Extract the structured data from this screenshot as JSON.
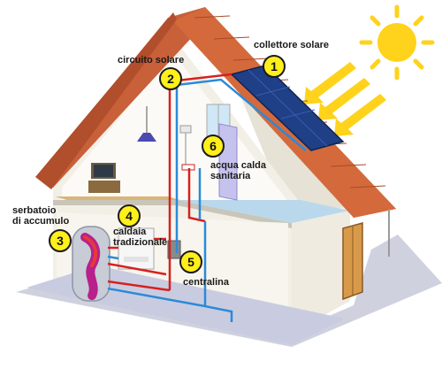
{
  "labels": {
    "collettore": "collettore solare",
    "circuito": "circuito solare",
    "acqua_1": "acqua calda",
    "acqua_2": "sanitaria",
    "serbatoio_1": "serbatoio",
    "serbatoio_2": "di accumulo",
    "caldaia_1": "caldaia",
    "caldaia_2": "tradizionale",
    "centralina": "centralina"
  },
  "badges": [
    "1",
    "2",
    "3",
    "4",
    "5",
    "6"
  ],
  "colors": {
    "roof_tile": "#c8603a",
    "wall": "#f2efe6",
    "solar_panel": "#1f3f86",
    "sun": "#ffd21c",
    "hot_pipe": "#d62020",
    "cold_pipe": "#2b8ad8",
    "badge_fill": "#ffef1a"
  }
}
